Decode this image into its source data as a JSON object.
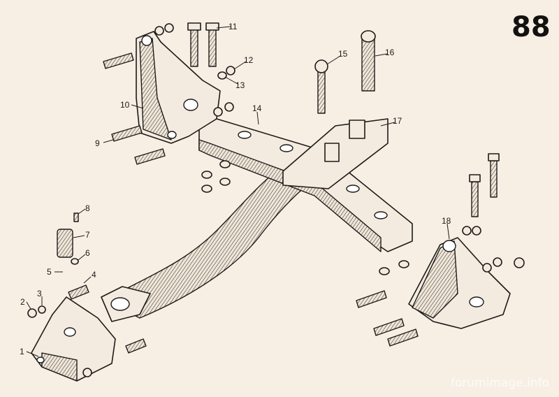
{
  "page_number": "88",
  "callouts": [
    "1",
    "2",
    "3",
    "4",
    "5",
    "6",
    "7",
    "8",
    "9",
    "10",
    "11",
    "12",
    "13",
    "14",
    "15",
    "16",
    "17",
    "18"
  ],
  "watermark": "forumimage.info",
  "colors": {
    "paper": "#f7efe4",
    "ink": "#1d1b19"
  }
}
